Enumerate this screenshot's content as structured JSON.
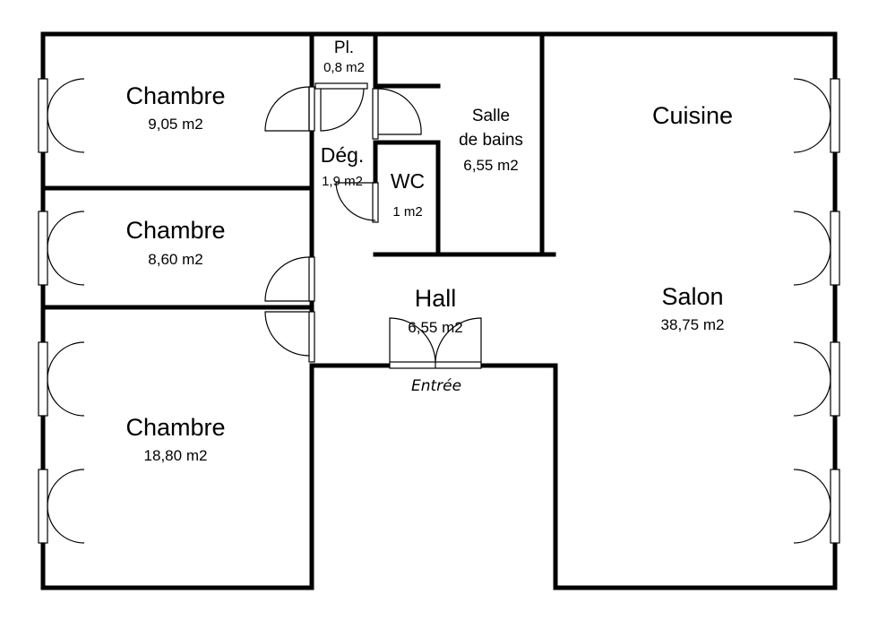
{
  "rooms": {
    "chambre1": {
      "name": "Chambre",
      "area": "9,05 m2"
    },
    "chambre2": {
      "name": "Chambre",
      "area": "8,60 m2"
    },
    "chambre3": {
      "name": "Chambre",
      "area": "18,80 m2"
    },
    "placard": {
      "name": "Pl.",
      "area": "0,8 m2"
    },
    "degagement": {
      "name": "Dég.",
      "area": "1,9 m2"
    },
    "wc": {
      "name": "WC",
      "area": "1 m2"
    },
    "salle_de_bains": {
      "name_line1": "Salle",
      "name_line2": "de bains",
      "area": "6,55 m2"
    },
    "cuisine": {
      "name": "Cuisine"
    },
    "salon": {
      "name": "Salon",
      "area": "38,75 m2"
    },
    "hall": {
      "name": "Hall",
      "area": "6,55 m2"
    }
  },
  "entrance": {
    "label": "Entrée"
  },
  "colors": {
    "wall": "#000000",
    "background": "#ffffff"
  },
  "icons": [
    "window-icon",
    "door-swing-icon"
  ]
}
